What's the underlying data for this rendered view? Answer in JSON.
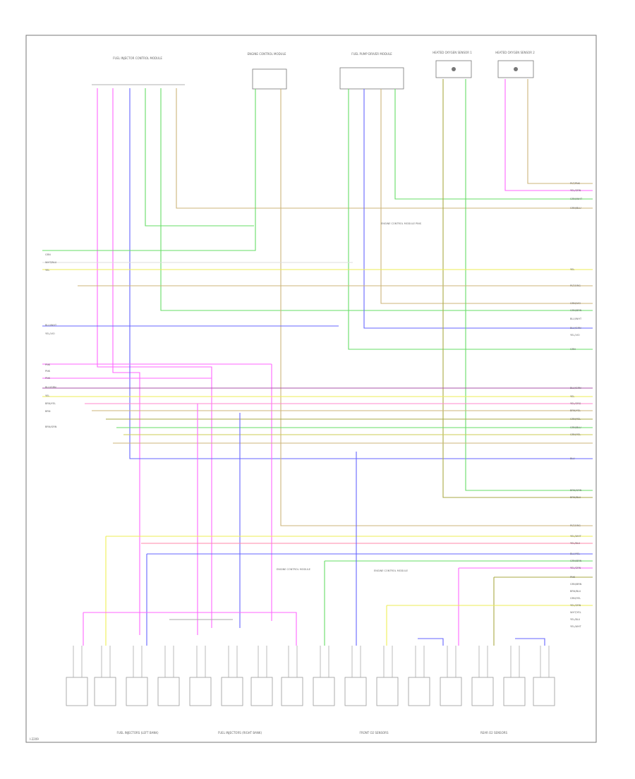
{
  "diagram": {
    "footer_code": "I-2209",
    "box_top_left": "FUEL INJECTOR CONTROL MODULE",
    "box_top_2": "ENGINE CONTROL MODULE",
    "box_top_3": "FUEL PUMP DRIVER MODULE",
    "box_top_4": "HEATED OXYGEN SENSOR 1",
    "box_top_5": "HEATED OXYGEN SENSOR 2",
    "note_1": "ENGINE CONTROL MODULE PINS",
    "note_2": "ENGINE CONTROL MODULE",
    "note_3": "ENGINE CONTROL MODULE",
    "wire_labels": {
      "w_1": "GRN",
      "w_2": "WHT/BLU",
      "w_3": "YEL",
      "w_4": "BLU/WHT",
      "w_5": "YEL/VIO",
      "w_6": "PNK",
      "w_7": "PNK",
      "w_8": "PNK",
      "w_9": "BLU/GRN",
      "w_10": "YEL",
      "w_11": "BRN/YEL",
      "w_12": "BRN",
      "w_13": "BRN/GRN"
    },
    "right_labels": [
      "PLT/PNK",
      "YEL/GRN",
      "GRN/WHT",
      "GRN/BLU",
      "YEL",
      "PLT/ORG",
      "GRN/VIO",
      "GRN/BRN",
      "BLU/WHT",
      "BLU/GRN",
      "YEL/VIO",
      "GRN",
      "BLU/GRN",
      "YEL",
      "YEL/ORG",
      "BRN/YEL",
      "GRN/YEL",
      "GRN/BLU",
      "GRN/YEL",
      "BLU",
      "BRN/GRN",
      "BRN/BLU",
      "PLT/ORG",
      "YEL/WHT",
      "YEL/BLU",
      "BLU/YEL",
      "GRN/BRN",
      "YEL/GRN",
      "PNK",
      "GRN/BRN",
      "BRN/BLU",
      "GRN/YEL",
      "YEL/GRN",
      "WHT/YEL",
      "YEL/BLU",
      "YEL/WHT"
    ],
    "bottom_groups": [
      "FUEL INJECTORS (LEFT BANK)",
      "FUEL INJECTORS (RIGHT BANK)",
      "FRONT O2 SENSORS",
      "REAR O2 SENSORS"
    ]
  },
  "colors": {
    "pink": "#ff66ff",
    "green": "#66dd66",
    "blue": "#6666ff",
    "yellow": "#eeee55",
    "tan": "#ccb47a",
    "olive": "#aaaa44",
    "frame": "#888888"
  }
}
